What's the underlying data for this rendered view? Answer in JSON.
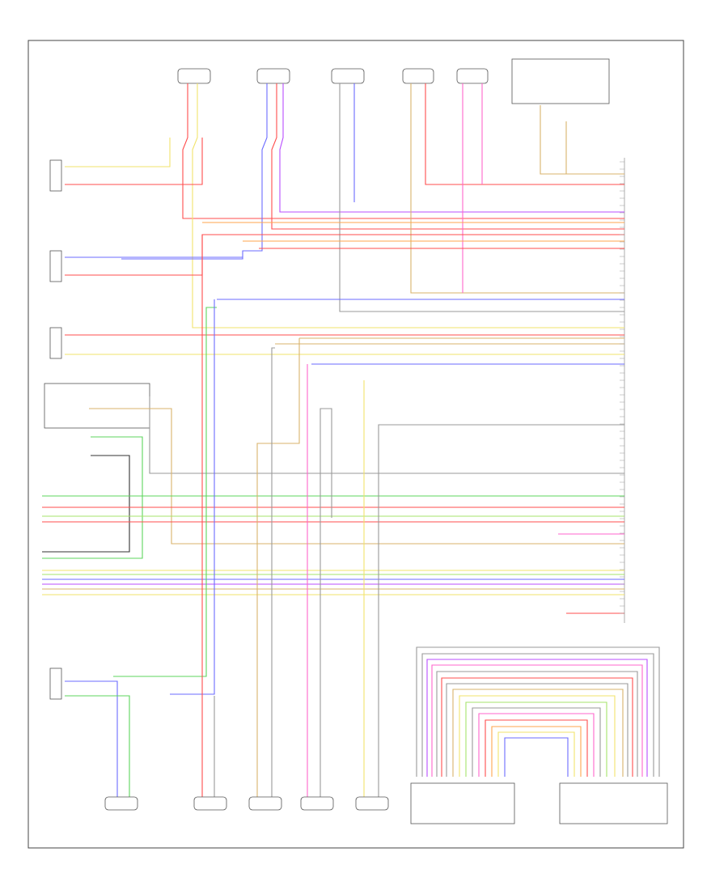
{
  "diagram": {
    "corner_label": "",
    "components_top": [
      {
        "id": "rf-tweeter",
        "label": ""
      },
      {
        "id": "lf-tweeter",
        "label": ""
      },
      {
        "id": "center",
        "label": ""
      },
      {
        "id": "lr-tweeter-a",
        "label": ""
      },
      {
        "id": "lr-tweeter-b",
        "label": ""
      }
    ],
    "components_bottom": [
      {
        "id": "rr-speaker",
        "label": ""
      },
      {
        "id": "lr-speaker",
        "label": ""
      },
      {
        "id": "rr-midrange",
        "label": ""
      },
      {
        "id": "lr-midrange",
        "label": ""
      },
      {
        "id": "subwoofer",
        "label": ""
      }
    ],
    "components_left": [
      {
        "id": "rf-door",
        "label": ""
      },
      {
        "id": "lf-door",
        "label": ""
      },
      {
        "id": "lf-mid",
        "label": ""
      },
      {
        "id": "rr-door",
        "label": ""
      }
    ],
    "module_label": "",
    "bottom_module_label": "",
    "bottom_right_label": "",
    "wire_colors": {
      "red": "#ff4d4d",
      "orange": "#ffa64d",
      "yellow": "#f2e36b",
      "green": "#5cd65c",
      "blue": "#6b6bff",
      "violet": "#b84dff",
      "pink": "#ff66cc",
      "gray": "#999999",
      "tan": "#d9b36b",
      "dark": "#333333",
      "lightgreen": "#a6e36b"
    }
  }
}
